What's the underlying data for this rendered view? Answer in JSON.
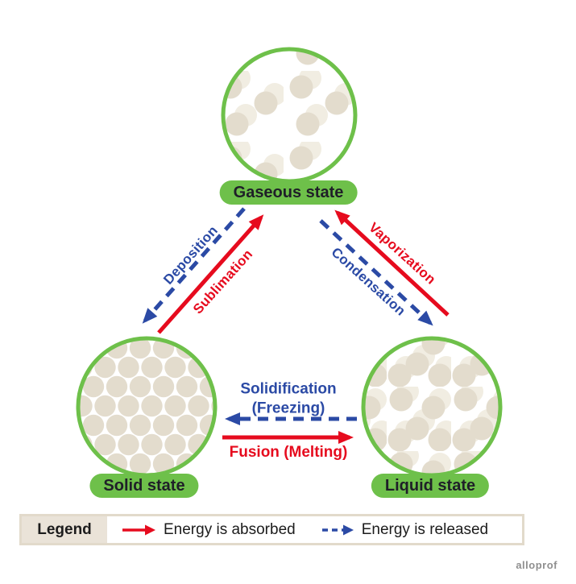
{
  "states": {
    "gaseous": {
      "label": "Gaseous state"
    },
    "solid": {
      "label": "Solid state"
    },
    "liquid": {
      "label": "Liquid state"
    }
  },
  "transitions": {
    "deposition": {
      "label": "Deposition",
      "energy": "released"
    },
    "sublimation": {
      "label": "Sublimation",
      "energy": "absorbed"
    },
    "vaporization": {
      "label": "Vaporization",
      "energy": "absorbed"
    },
    "condensation": {
      "label": "Condensation",
      "energy": "released"
    },
    "solidification": {
      "line1": "Solidification",
      "line2": "(Freezing)",
      "energy": "released"
    },
    "fusion": {
      "label": "Fusion (Melting)",
      "energy": "absorbed"
    }
  },
  "legend": {
    "title": "Legend",
    "absorbed_label": "Energy is absorbed",
    "released_label": "Energy is released"
  },
  "watermark": "alloprof",
  "colors": {
    "energy_absorbed_red": "#e60b1e",
    "energy_released_blue": "#2b4aa5",
    "state_green": "#6ec04a",
    "particle_beige": "#e3dccd",
    "particle_halo": "#f1ede2",
    "legend_beige": "#eae3d8"
  }
}
